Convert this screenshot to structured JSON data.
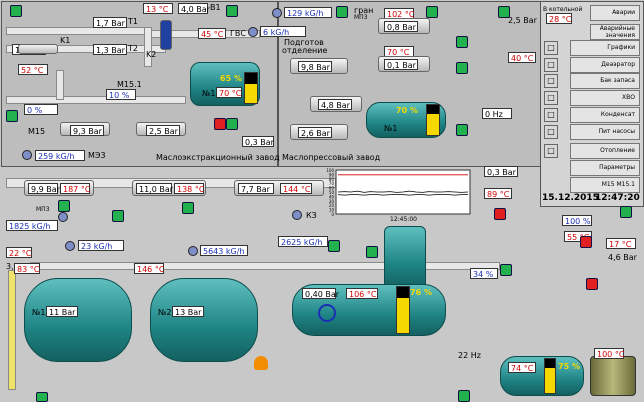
{
  "zones": {
    "extraction": "Маслоэкстракционный завод",
    "press": "Маслопрессовый завод"
  },
  "top_left": {
    "p_in": "1,7 Bar",
    "t1": "T1",
    "p_k": "1,1 Bar",
    "k1": "K1",
    "k2": "K2",
    "p_t2": "1,3 Bar",
    "t2": "T2",
    "temp1": "13",
    "temp1_unit": "°C",
    "p_b1": "4,0 Bar",
    "b1": "B1",
    "temp2": "45",
    "temp2_unit": "°C",
    "gvs": "ГВС",
    "temp3": "52",
    "temp3_unit": "°C",
    "m15_1": "М15.1",
    "pct_10": "10",
    "pct_0": "0",
    "pct_unit": "%",
    "m15": "М15",
    "p_93": "9,3 Bar",
    "p_25": "2,5 Bar",
    "flow_259": "259",
    "flow_unit": "kG/h",
    "me3": "МЭ3",
    "tank1_pct": "65",
    "tank1_no": "№1",
    "tank1_temp": "70",
    "tank1_temp_unit": "°C",
    "p_03": "0,3 Bar"
  },
  "top_mid": {
    "flow_129": "129",
    "flow_6": "6",
    "flow_unit": "kG/h",
    "gran": "гран",
    "mp3": "МП3",
    "podgotov1": "Подготов",
    "podgotov2": "отделение",
    "p_98": "9,8 Bar",
    "p_48": "4,8 Bar",
    "p_26": "2,6 Bar",
    "temp_102": "102",
    "p_08": "0,8 Bar",
    "temp_70": "70",
    "p_01": "0,1 Bar",
    "temp_unit": "°C",
    "tank_pct": "70",
    "tank_no": "№1",
    "hz_0": "0",
    "hz_unit": "Hz",
    "p_03b": "0,3 Bar",
    "p_25b": "2,5 Bar",
    "temp_40": "40",
    "temp_89": "89"
  },
  "sidebar": {
    "boiler_label": "В котельной",
    "boiler_temp": "28",
    "temp_unit": "°C",
    "buttons": [
      "Аварии",
      "Аварийные значения",
      "Графики",
      "Деаэратор",
      "Бак запаса",
      "ХВО",
      "Конденсат",
      "Пит насосы",
      "Отопление",
      "Параметры",
      "М15   М15.1"
    ],
    "date": "15.12.2015",
    "time": "12:47:20"
  },
  "mid": {
    "p_99": "9,9 Bar",
    "t_187": "187",
    "p_110": "11,0 Bar",
    "t_138": "138",
    "p_77": "7,7 Bar",
    "t_144": "144",
    "unit_c": "°C",
    "mp3": "МП3",
    "flow_1825": "1825",
    "flow_23": "23",
    "flow_5643": "5643",
    "flow_2625": "2625",
    "flow_unit": "kG/h",
    "kz": "КЗ",
    "temp_22": "22",
    "p_30": "3,0 Bar",
    "chart_time": "12:45:00"
  },
  "bottom": {
    "temp_83": "83",
    "temp_146": "146",
    "boiler1_no": "№1",
    "boiler1_p": "11 Bar",
    "boiler2_no": "№2",
    "boiler2_p": "13 Bar",
    "p_040": "0,40 Bar",
    "temp_106": "106",
    "deaer_pct": "76",
    "pct_34": "34",
    "temp_74": "74",
    "tank2_pct": "75",
    "hz_22": "22",
    "hz_unit": "Hz",
    "pct_100": "100",
    "temp_55": "55",
    "temp_17": "17",
    "p_46": "4,6 Bar",
    "temp_100": "100",
    "pct_unit": "%",
    "unit_c": "°C"
  },
  "chart_data": {
    "type": "line",
    "title": "",
    "x": [
      0,
      1,
      2,
      3,
      4,
      5,
      6,
      7,
      8,
      9,
      10,
      11,
      12,
      13,
      14,
      15,
      16,
      17,
      18,
      19,
      20
    ],
    "xlabel": "12:45:00",
    "ylim": [
      0,
      100
    ],
    "yticks": [
      0,
      10,
      20,
      30,
      40,
      50,
      60,
      70,
      80,
      90,
      100
    ],
    "series": [
      {
        "color": "#d00000",
        "values": [
          89,
          89,
          89,
          89,
          89,
          89,
          89,
          89,
          89,
          89,
          89,
          89,
          89,
          89,
          89,
          89,
          89,
          89,
          89,
          89,
          89
        ]
      },
      {
        "color": "#000000",
        "values": [
          50,
          51,
          50,
          52,
          49,
          51,
          50,
          50,
          51,
          49,
          50,
          52,
          50,
          49,
          51,
          50,
          50,
          51,
          50,
          49,
          50
        ]
      },
      {
        "color": "#000000",
        "values": [
          44,
          43,
          44,
          44,
          43,
          44,
          44,
          43,
          44,
          44,
          44,
          43,
          44,
          44,
          43,
          44,
          44,
          44,
          43,
          44,
          44
        ]
      }
    ]
  }
}
